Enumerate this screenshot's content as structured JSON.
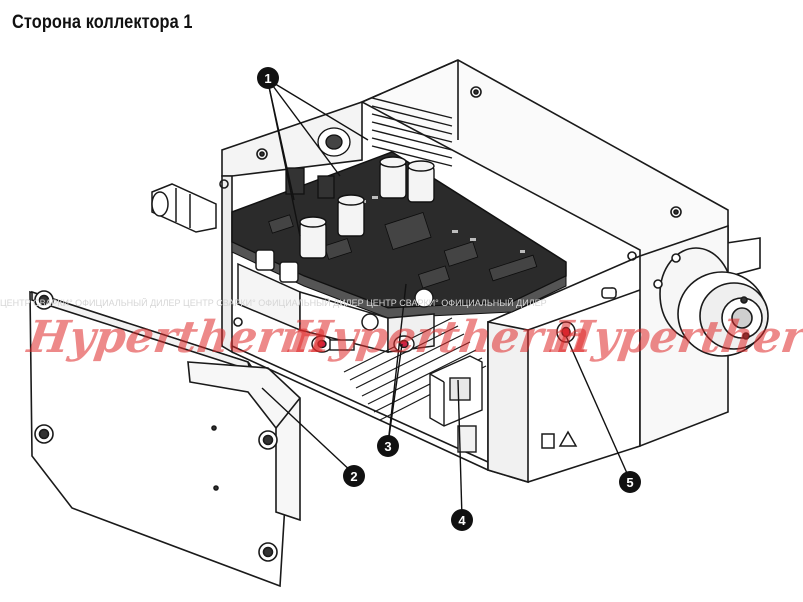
{
  "page_title": "Сторона коллектора 1",
  "callouts": [
    {
      "number": "1"
    },
    {
      "number": "2"
    },
    {
      "number": "3"
    },
    {
      "number": "4"
    },
    {
      "number": "5"
    }
  ],
  "watermark": {
    "dealer_text": "ЦЕНТР СВАРКИ°  ОФИЦИАЛЬНЫЙ ДИЛЕР  ЦЕНТР СВАРКИ°  ОФИЦИАЛЬНЫЙ ДИЛЕР  ЦЕНТР СВАРКИ°  ОФИЦИАЛЬНЫЙ ДИЛЕР",
    "brand": "Hypertherm",
    "brand_color": "#e02828"
  },
  "colors": {
    "line": "#1a1a1a",
    "board": "#2b2b2b",
    "callout_fill": "#111111",
    "callout_text": "#ffffff"
  }
}
